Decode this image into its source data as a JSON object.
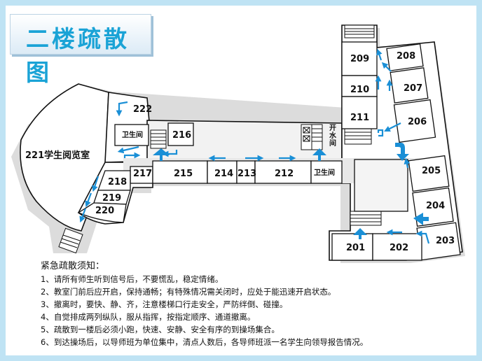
{
  "title": "二楼疏散图",
  "rooms": {
    "r201": "201",
    "r202": "202",
    "r203": "203",
    "r204": "204",
    "r205": "205",
    "r206": "206",
    "r207": "207",
    "r208": "208",
    "r209": "209",
    "r210": "210",
    "r211": "211",
    "r212": "212",
    "r213": "213",
    "r214": "214",
    "r215": "215",
    "r216": "216",
    "r217": "217",
    "r218": "218",
    "r219": "219",
    "r220": "220",
    "r221": "221学生阅览室",
    "r222": "222"
  },
  "facilities": {
    "toilet_left": "卫生间",
    "toilet_right": "卫生间",
    "water_1": "开",
    "water_2": "水",
    "water_3": "间"
  },
  "notice": {
    "title": "紧急疏散须知：",
    "items": [
      "1、请所有师生听到信号后，不要慌乱，稳定情绪。",
      "2、教室门前后应开启，保持通畅；有特殊情况需关闭时，应处于能迅速开启状态。",
      "3、撤离时，要快、静、齐，注意楼梯口行走安全，严防绊倒、碰撞。",
      "4、自觉排成两列纵队，服从指挥，按指定顺序、通道撤离。",
      "5、疏散到一楼后必须小跑，快速、安静、安全有序的到操场集合。",
      "6、到达操场后，以导师班为单位集中，清点人数后，各导师班派一名学生向领导报告情况。"
    ]
  },
  "colors": {
    "border": "#bfe3f4",
    "title": "#1aa3d6",
    "arrow": "#1a8fd6",
    "wall": "#111111",
    "corridor": "#e8e8e8"
  }
}
